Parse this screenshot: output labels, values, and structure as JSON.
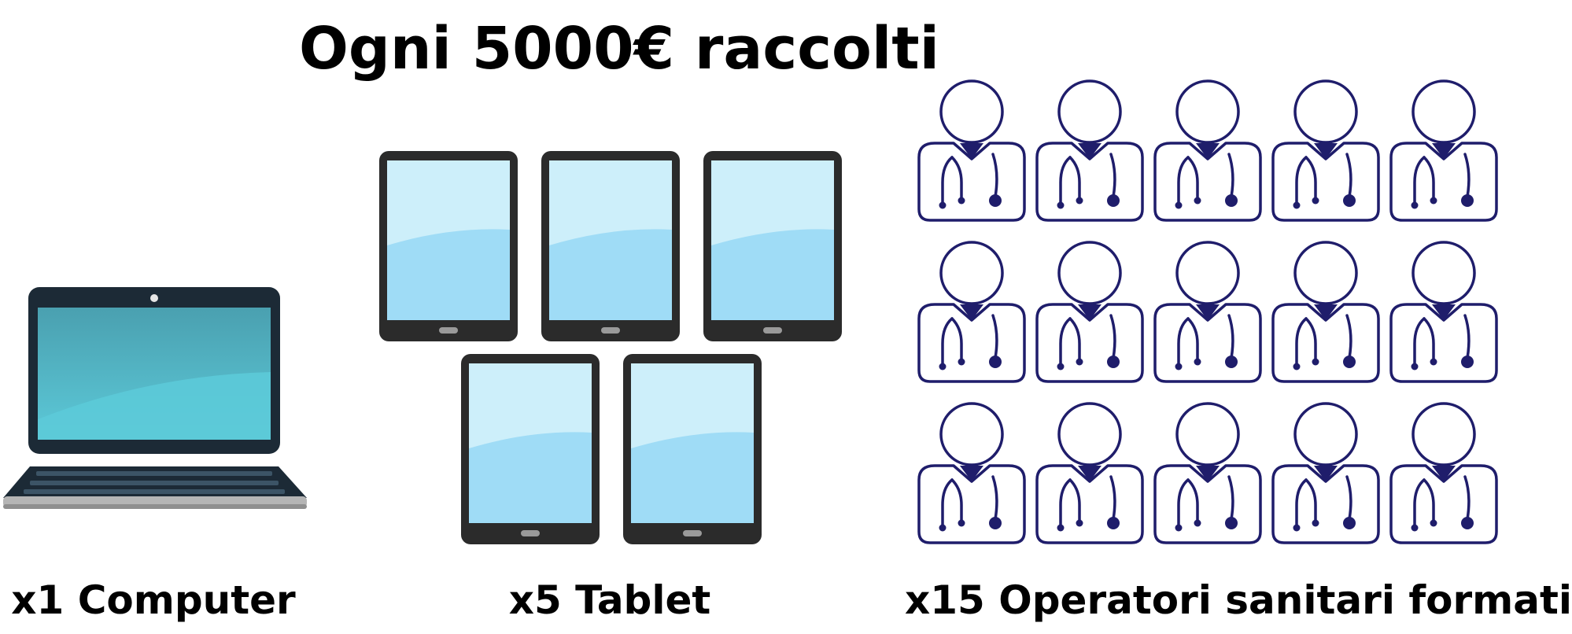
{
  "title": "Ogni 5000€ raccolti",
  "items": {
    "computer": {
      "label": "x1 Computer",
      "count": 1,
      "icon": "laptop-icon"
    },
    "tablet": {
      "label": "x5 Tablet",
      "count": 5,
      "icon": "tablet-icon"
    },
    "staff": {
      "label": "x15 Operatori sanitari formati",
      "count": 15,
      "icon": "doctor-icon"
    }
  },
  "colors": {
    "doctor_outline": "#1f1d6b",
    "tablet_body": "#2b2b2b",
    "tablet_screen": "#a7def7",
    "laptop_body": "#1c2a36",
    "laptop_screen": "#4aaebd"
  }
}
